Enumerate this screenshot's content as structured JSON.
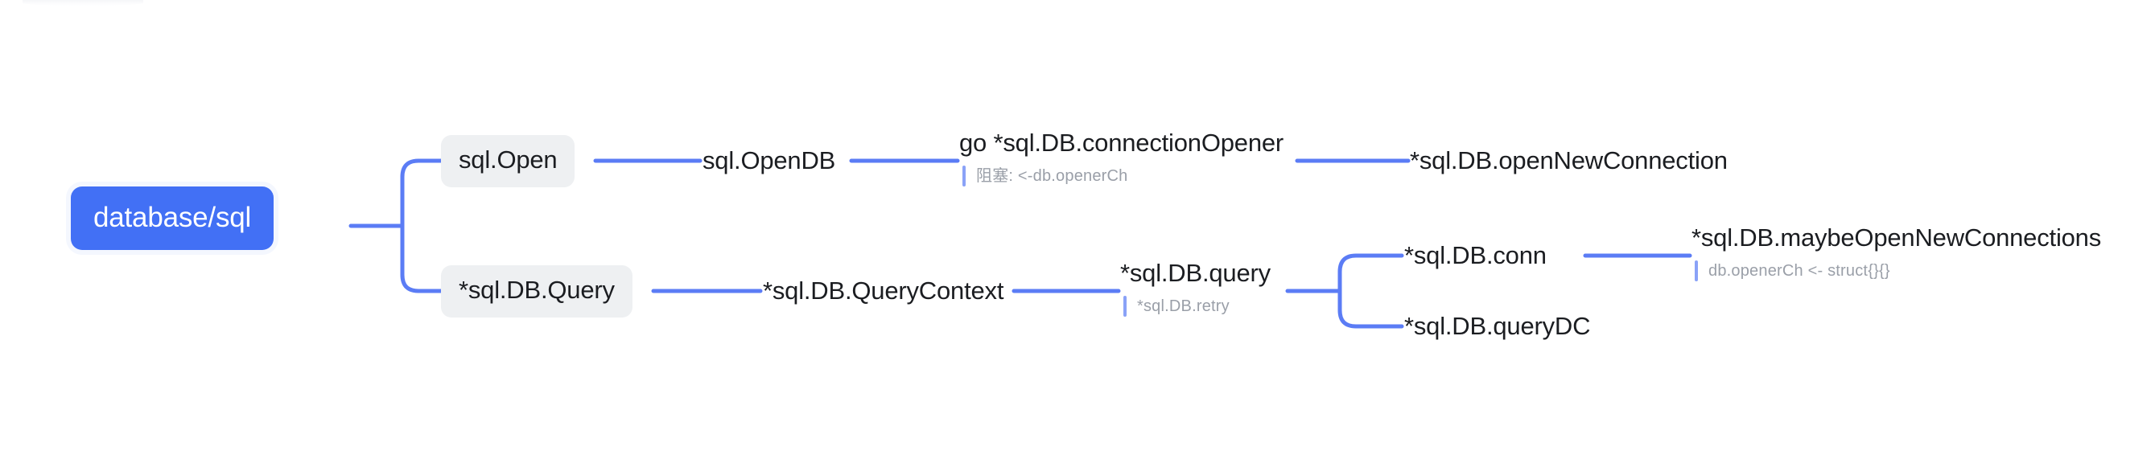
{
  "diagram": {
    "type": "mindmap",
    "title": "database/sql",
    "accent_color": "#4270f5",
    "edge_color": "#5b7cf5",
    "chip_bg": "#eef0f2",
    "note_text_color": "#9a9fa8",
    "root": {
      "label": "database/sql",
      "style": "root-pill"
    },
    "branches": [
      {
        "id": "open",
        "label": "sql.Open",
        "style": "chip",
        "children": [
          {
            "id": "openDB",
            "label": "sql.OpenDB",
            "style": "plain",
            "children": [
              {
                "id": "connectionOpener",
                "label": "go *sql.DB.connectionOpener",
                "style": "plain",
                "note": "阻塞: <-db.openerCh",
                "children": [
                  {
                    "id": "openNewConnection",
                    "label": "*sql.DB.openNewConnection",
                    "style": "plain",
                    "children": []
                  }
                ]
              }
            ]
          }
        ]
      },
      {
        "id": "dbQuery",
        "label": "*sql.DB.Query",
        "style": "chip",
        "children": [
          {
            "id": "queryContext",
            "label": "*sql.DB.QueryContext",
            "style": "plain",
            "children": [
              {
                "id": "query",
                "label": "*sql.DB.query",
                "style": "plain",
                "note": "*sql.DB.retry",
                "children": [
                  {
                    "id": "conn",
                    "label": "*sql.DB.conn",
                    "style": "plain",
                    "children": [
                      {
                        "id": "maybeOpenNewConnections",
                        "label": "*sql.DB.maybeOpenNewConnections",
                        "style": "plain",
                        "note": "db.openerCh <- struct{}{}",
                        "children": []
                      }
                    ]
                  },
                  {
                    "id": "queryDC",
                    "label": "*sql.DB.queryDC",
                    "style": "plain",
                    "children": []
                  }
                ]
              }
            ]
          }
        ]
      }
    ]
  }
}
